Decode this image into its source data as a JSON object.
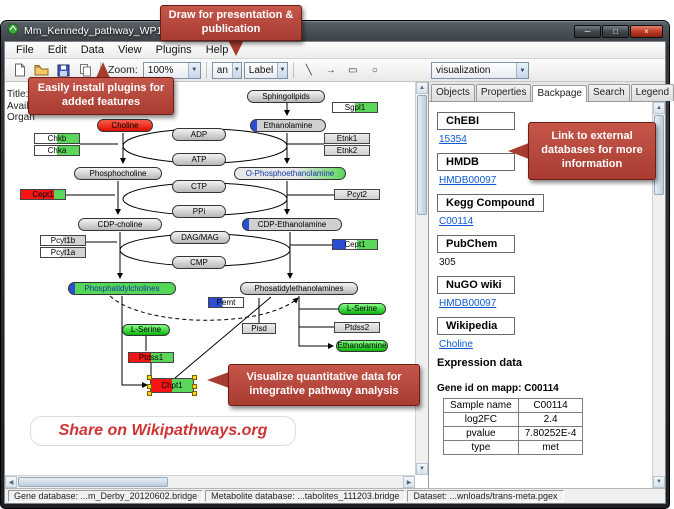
{
  "window": {
    "title": "Mm_Kennedy_pathway_WP1771_45176.gpml",
    "minimize": "─",
    "maximize": "□",
    "close": "×"
  },
  "menu": {
    "items": [
      "File",
      "Edit",
      "Data",
      "View",
      "Plugins",
      "Help"
    ]
  },
  "toolbar": {
    "zoom_label": "Zoom:",
    "zoom_value": "100%",
    "font_combo": "an",
    "label_combo": "Label",
    "tools": {
      "line": "╲",
      "arrow": "→",
      "rect": "▭",
      "ellipse": "○"
    },
    "visualization_combo": "visualization"
  },
  "canvas_info": {
    "side_labels": [
      "Title:",
      "Avail",
      "Organ"
    ]
  },
  "callouts": {
    "top": "Draw for presentation & publication",
    "left": "Easily install plugins for added features",
    "right": "Link  to external databases  for more information",
    "middle": "Visualize quantitative  data  for integrative pathway analysis",
    "share": "Share on Wikipathways.org"
  },
  "pathway": {
    "nodes": {
      "sphingolipids": {
        "label": "Sphingolipids"
      },
      "sgpl1": {
        "label": "Sgpl1"
      },
      "choline": {
        "label": "Choline"
      },
      "ethanolamine": {
        "label": "Ethanolamine"
      },
      "adp": {
        "label": "ADP"
      },
      "chkb": {
        "label": "Chkb"
      },
      "chka": {
        "label": "Chka"
      },
      "etnk1": {
        "label": "Etnk1"
      },
      "etnk2": {
        "label": "Etnk2"
      },
      "atp": {
        "label": "ATP"
      },
      "phosphocholine": {
        "label": "Phosphocholine"
      },
      "o_phosphoethanolamine": {
        "label": "O-Phosphoethanolamine"
      },
      "ctp": {
        "label": "CTP"
      },
      "cept1_left": {
        "label": "Cept1"
      },
      "pcyt2": {
        "label": "Pcyt2"
      },
      "ppi": {
        "label": "PPi"
      },
      "cdp_choline": {
        "label": "CDP-choline"
      },
      "cdp_ethanolamine": {
        "label": "CDP-Ethanolamine"
      },
      "dag_mag": {
        "label": "DAG/MAG"
      },
      "pcyt1b": {
        "label": "Pcyt1b"
      },
      "pcyt1a": {
        "label": "Pcyt1a"
      },
      "cept1_right": {
        "label": "Cept1"
      },
      "cmp": {
        "label": "CMP"
      },
      "phosphatidylcholines": {
        "label": "Phosphatidylcholines"
      },
      "phosphatidylethanolamines": {
        "label": "Phosatidylethanolamines"
      },
      "pemt": {
        "label": "Pemt"
      },
      "lserine_right": {
        "label": "L-Serine"
      },
      "pisd": {
        "label": "Pisd"
      },
      "ptdss2": {
        "label": "Ptdss2"
      },
      "lserine_left": {
        "label": "L-Serine"
      },
      "ethanolamine2": {
        "label": "Ethanolamine"
      },
      "ptdss1": {
        "label": "Ptdss1"
      },
      "selected": {
        "label": "Chpt1"
      }
    }
  },
  "panel": {
    "tabs": [
      "Objects",
      "Properties",
      "Backpage",
      "Search",
      "Legend"
    ],
    "active_tab": "Backpage",
    "sections": [
      {
        "header": "ChEBI",
        "value": "15354"
      },
      {
        "header": "HMDB",
        "value": "HMDB00097"
      },
      {
        "header": "Kegg Compound",
        "value": "C00114"
      },
      {
        "header": "PubChem",
        "value": "305"
      },
      {
        "header": "NuGO wiki",
        "value": "HMDB00097"
      },
      {
        "header": "Wikipedia",
        "value": "Choline"
      }
    ],
    "expression_title": "Expression data",
    "gene_id_line": "Gene id on mapp: C00114",
    "table": {
      "rows": [
        [
          "Sample name",
          "C00114"
        ],
        [
          "log2FC",
          "2.4"
        ],
        [
          "pvalue",
          "7.80252E-4"
        ],
        [
          "type",
          "met"
        ]
      ]
    }
  },
  "statusbar": {
    "segments": [
      "Gene database: ...m_Derby_20120602.bridge",
      "Metabolite database: ...tabolites_111203.bridge",
      "Dataset: ...wnloads/trans-meta.pgex"
    ]
  }
}
